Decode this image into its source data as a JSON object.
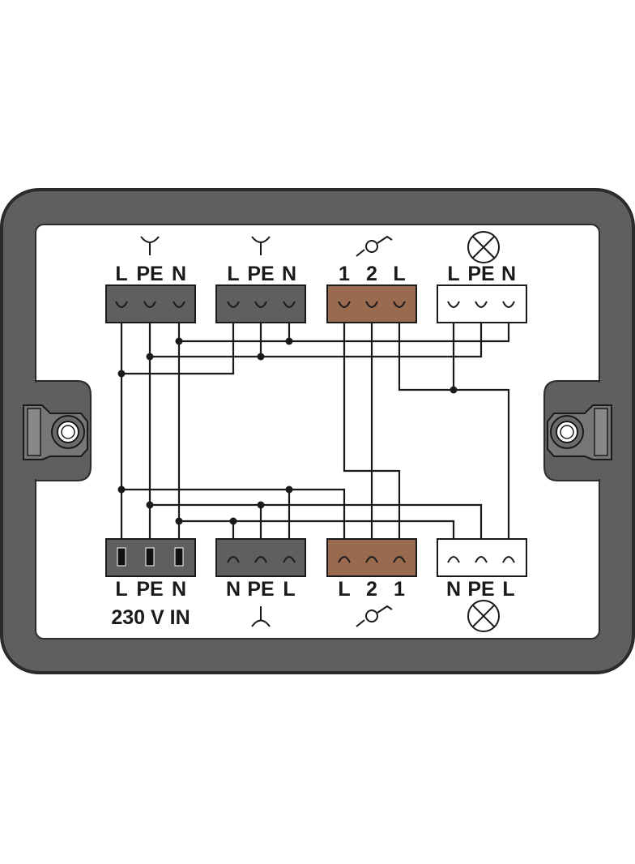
{
  "colors": {
    "housing": "#5f5f5f",
    "housing_outline": "#2b2b2b",
    "inner_panel": "#ffffff",
    "connector_gray": "#5f5f5f",
    "connector_brown": "#9a6a4f",
    "connector_white": "#ffffff",
    "line": "#1a1a1a"
  },
  "connectors_top": [
    {
      "id": "top-1",
      "color": "gray",
      "symbol": "socket-icon",
      "pins": [
        "L",
        "PE",
        "N"
      ]
    },
    {
      "id": "top-2",
      "color": "gray",
      "symbol": "socket-icon",
      "pins": [
        "L",
        "PE",
        "N"
      ]
    },
    {
      "id": "top-3",
      "color": "brown",
      "symbol": "switch-icon",
      "pins": [
        "1",
        "2",
        "L"
      ]
    },
    {
      "id": "top-4",
      "color": "white",
      "symbol": "lamp-icon",
      "pins": [
        "L",
        "PE",
        "N"
      ]
    }
  ],
  "connectors_bottom": [
    {
      "id": "bottom-1",
      "color": "gray",
      "symbol": "",
      "pins": [
        "L",
        "PE",
        "N"
      ],
      "caption": "230 V IN"
    },
    {
      "id": "bottom-2",
      "color": "gray",
      "symbol": "plug-icon",
      "pins": [
        "N",
        "PE",
        "L"
      ]
    },
    {
      "id": "bottom-3",
      "color": "brown",
      "symbol": "switch-icon",
      "pins": [
        "L",
        "2",
        "1"
      ]
    },
    {
      "id": "bottom-4",
      "color": "white",
      "symbol": "lamp-icon",
      "pins": [
        "N",
        "PE",
        "L"
      ]
    }
  ]
}
